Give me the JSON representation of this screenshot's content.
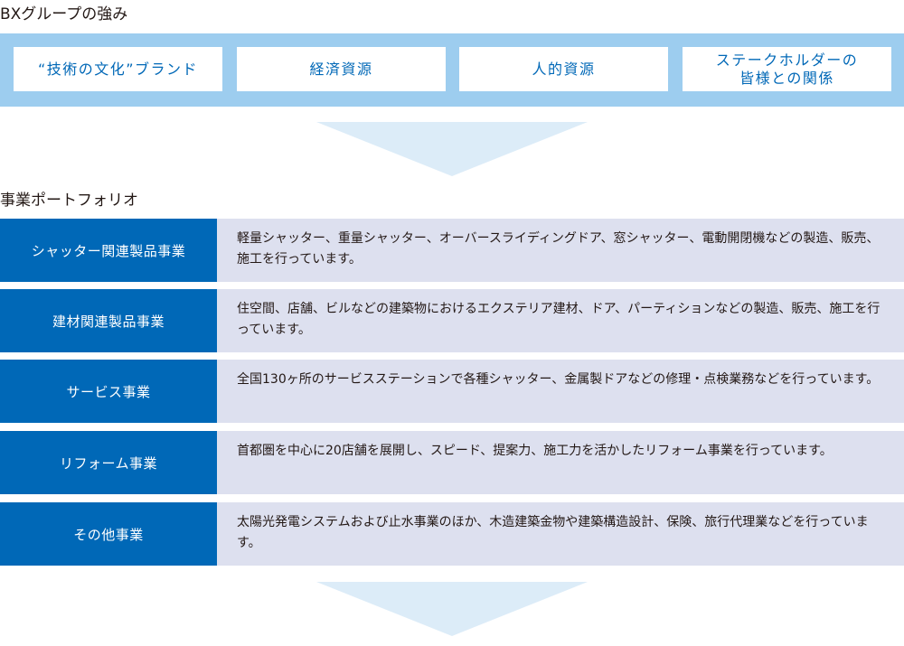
{
  "strengths_section": {
    "title": "BXグループの強み",
    "items": [
      "“技術の文化”ブランド",
      "経済資源",
      "人的資源",
      "ステークホルダーの\n皆様との関係"
    ]
  },
  "portfolio_section": {
    "title": "事業ポートフォリオ",
    "rows": [
      {
        "name": "シャッター関連製品事業",
        "description": "軽量シャッター、重量シャッター、オーバースライディングドア、窓シャッター、電動開閉機などの製造、販売、施工を行っています。"
      },
      {
        "name": "建材関連製品事業",
        "description": "住空間、店舗、ビルなどの建築物におけるエクステリア建材、ドア、パーティションなどの製造、販売、施工を行っています。"
      },
      {
        "name": "サービス事業",
        "description": "全国130ヶ所のサービスステーションで各種シャッター、金属製ドアなどの修理・点検業務などを行っています。"
      },
      {
        "name": "リフォーム事業",
        "description": "首都圏を中心に20店舗を展開し、スピード、提案力、施工力を活かしたリフォーム事業を行っています。"
      },
      {
        "name": "その他事業",
        "description": "太陽光発電システムおよび止水事業のほか、木造建築金物や建築構造設計、保険、旅行代理業などを行っています。"
      }
    ]
  },
  "colors": {
    "band": "#9dcdef",
    "brand_blue": "#0068b7",
    "desc_bg": "#dde0ef",
    "arrow": "#dcecf8"
  }
}
